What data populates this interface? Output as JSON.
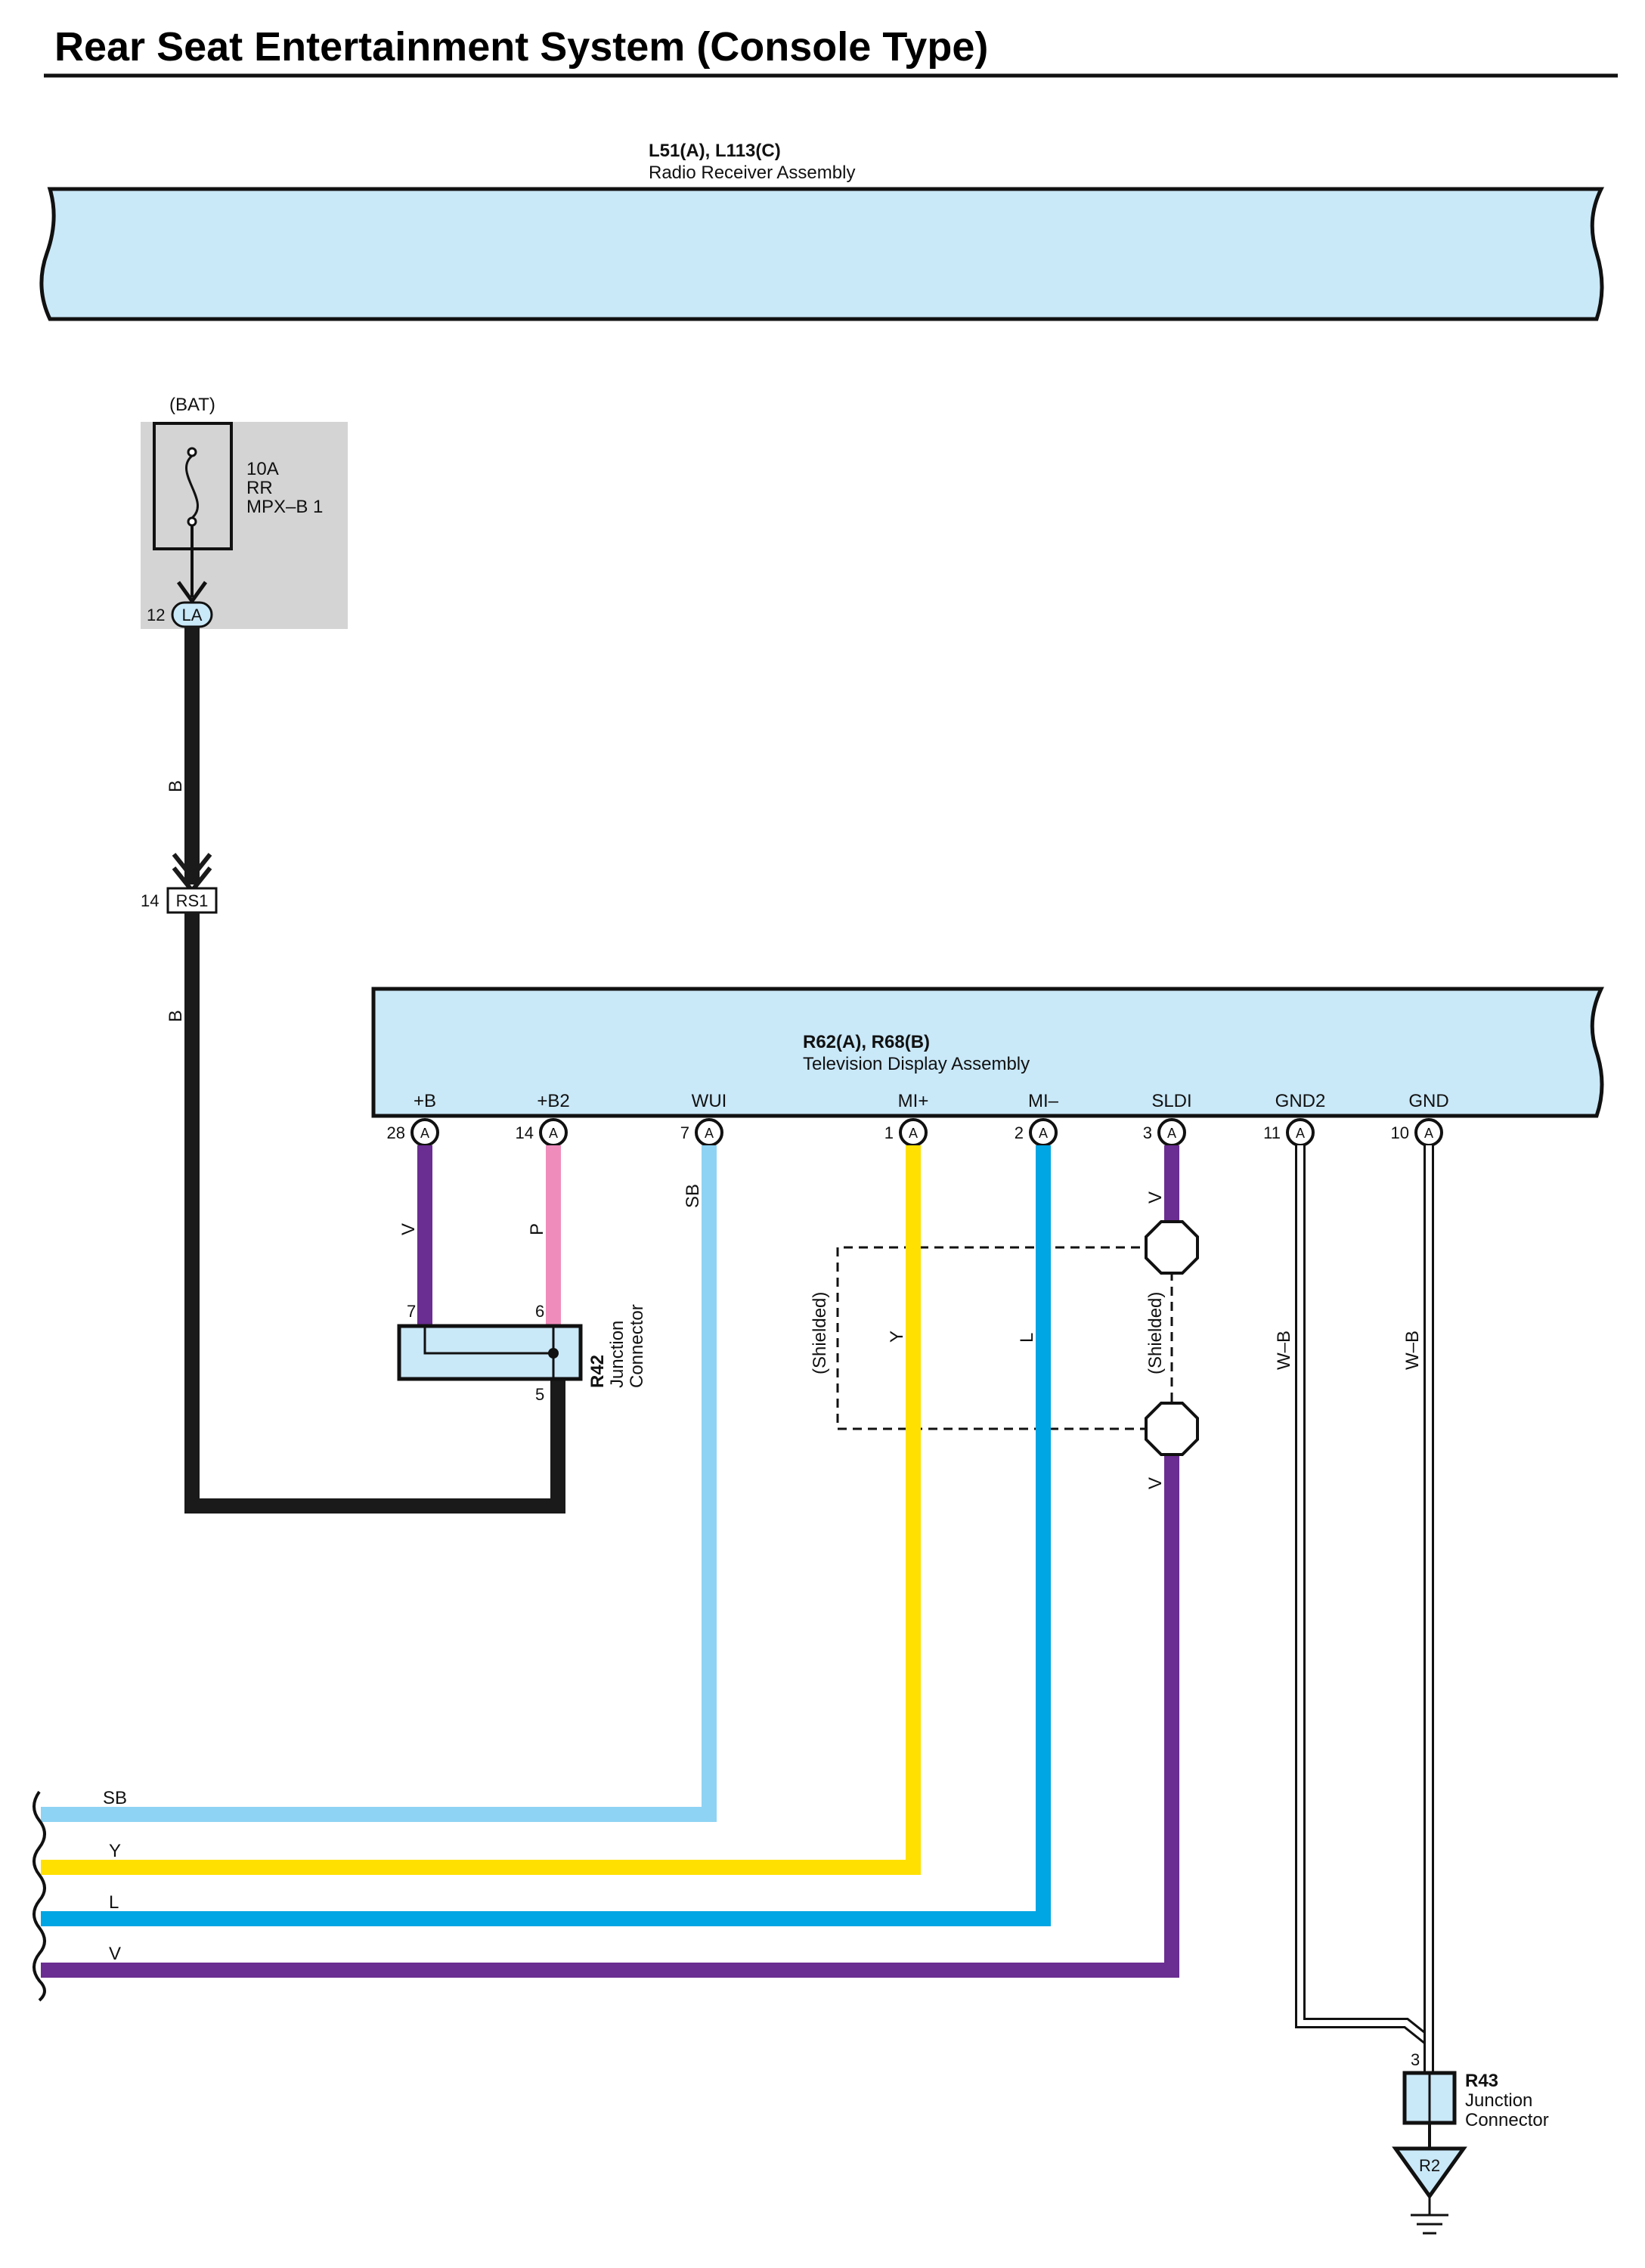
{
  "title": "Rear Seat Entertainment System (Console Type)",
  "radio": {
    "code": "L51(A), L113(C)",
    "name": "Radio Receiver Assembly"
  },
  "fuse": {
    "source": "(BAT)",
    "rating": "10A",
    "line2": "RR",
    "line3": "MPX–B 1",
    "connector": "LA",
    "pin": "12"
  },
  "rs1": {
    "name": "RS1",
    "pin": "14"
  },
  "tv": {
    "code": "R62(A), R68(B)",
    "name": "Television Display Assembly",
    "terminals": [
      {
        "label": "+B",
        "pin": "28",
        "conn": "A"
      },
      {
        "label": "+B2",
        "pin": "14",
        "conn": "A"
      },
      {
        "label": "WUI",
        "pin": "7",
        "conn": "A"
      },
      {
        "label": "MI+",
        "pin": "1",
        "conn": "A"
      },
      {
        "label": "MI–",
        "pin": "2",
        "conn": "A"
      },
      {
        "label": "SLDI",
        "pin": "3",
        "conn": "A"
      },
      {
        "label": "GND2",
        "pin": "11",
        "conn": "A"
      },
      {
        "label": "GND",
        "pin": "10",
        "conn": "A"
      }
    ]
  },
  "wires": {
    "b_upper": "B",
    "b_lower": "B",
    "v_b": "V",
    "p_b2": "P",
    "sb_wui": "SB",
    "y_mi": "Y",
    "l_mi": "L",
    "v_sldi_upper": "V",
    "v_sldi_lower": "V",
    "wb_gnd2": "W–B",
    "wb_gnd": "W–B",
    "shielded_left": "(Shielded)",
    "shielded_right": "(Shielded)"
  },
  "r42": {
    "code": "R42",
    "line1": "Junction",
    "line2": "Connector",
    "pin7": "7",
    "pin6": "6",
    "pin5": "5"
  },
  "r43": {
    "code": "R43",
    "line1": "Junction",
    "line2": "Connector",
    "pin": "3"
  },
  "ground": {
    "code": "R2"
  },
  "bottom_wires": [
    "SB",
    "Y",
    "L",
    "V"
  ],
  "colors": {
    "connector_fill": "#c9e8f8",
    "black": "#1a1a1a",
    "violet": "#6a2d91",
    "pink": "#f08cbc",
    "sky_blue": "#8fd3f4",
    "yellow": "#ffe000",
    "blue": "#00a5e3",
    "fuse_box": "#d4d4d4"
  }
}
